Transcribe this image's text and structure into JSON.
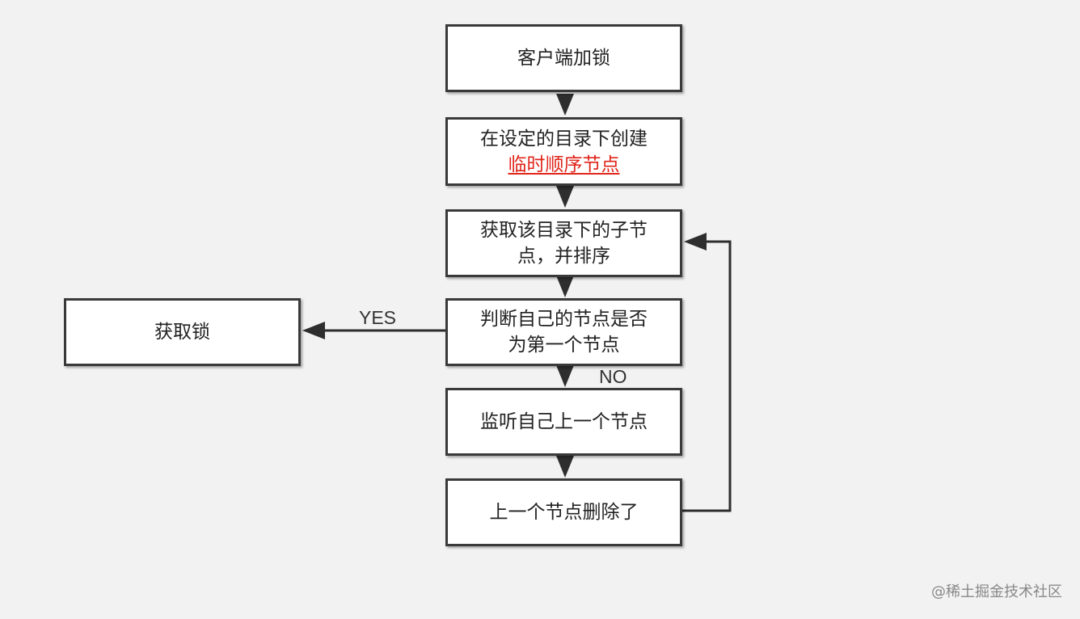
{
  "nodes": {
    "client_lock": {
      "text": "客户端加锁"
    },
    "create_node": {
      "line1": "在设定的目录下创建",
      "line2": "临时顺序节点"
    },
    "get_children": {
      "line1": "获取该目录下的子节",
      "line2": "点，并排序"
    },
    "check_first": {
      "line1": "判断自己的节点是否",
      "line2": "为第一个节点"
    },
    "acquire_lock": {
      "text": "获取锁"
    },
    "watch_previous": {
      "text": "监听自己上一个节点"
    },
    "previous_deleted": {
      "text": "上一个节点删除了"
    }
  },
  "edges": {
    "yes_label": "YES",
    "no_label": "NO"
  },
  "colors": {
    "highlight": "#e0251b",
    "border": "#3a3a3a"
  },
  "watermark": "@稀土掘金技术社区"
}
